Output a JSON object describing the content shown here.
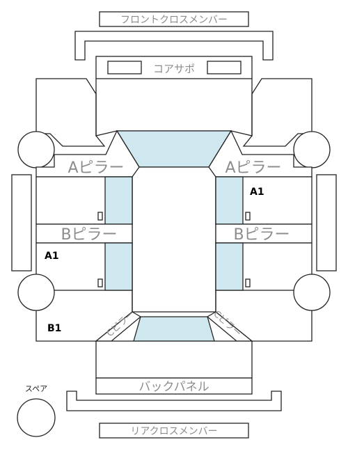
{
  "labels": {
    "front_cross_member": "フロントクロスメンバー",
    "core_support": "コアサポ",
    "a_pillar_left": "Aピラー",
    "a_pillar_right": "Aピラー",
    "b_pillar_left": "Bピラー",
    "b_pillar_right": "Bピラー",
    "back_panel": "バックパネル",
    "rear_cross_member": "リアクロスメンバー",
    "spare": "スペア",
    "rear_pillar_left": "Cピラー",
    "rear_pillar_right": "Cピラー"
  },
  "damage_codes": {
    "right_front_door": "A1",
    "left_rear_door": "A1",
    "left_rear_quarter": "B1"
  },
  "colors": {
    "glass": "#cfe8ef",
    "outline": "#222222",
    "label_gray": "#8c8c8c"
  }
}
